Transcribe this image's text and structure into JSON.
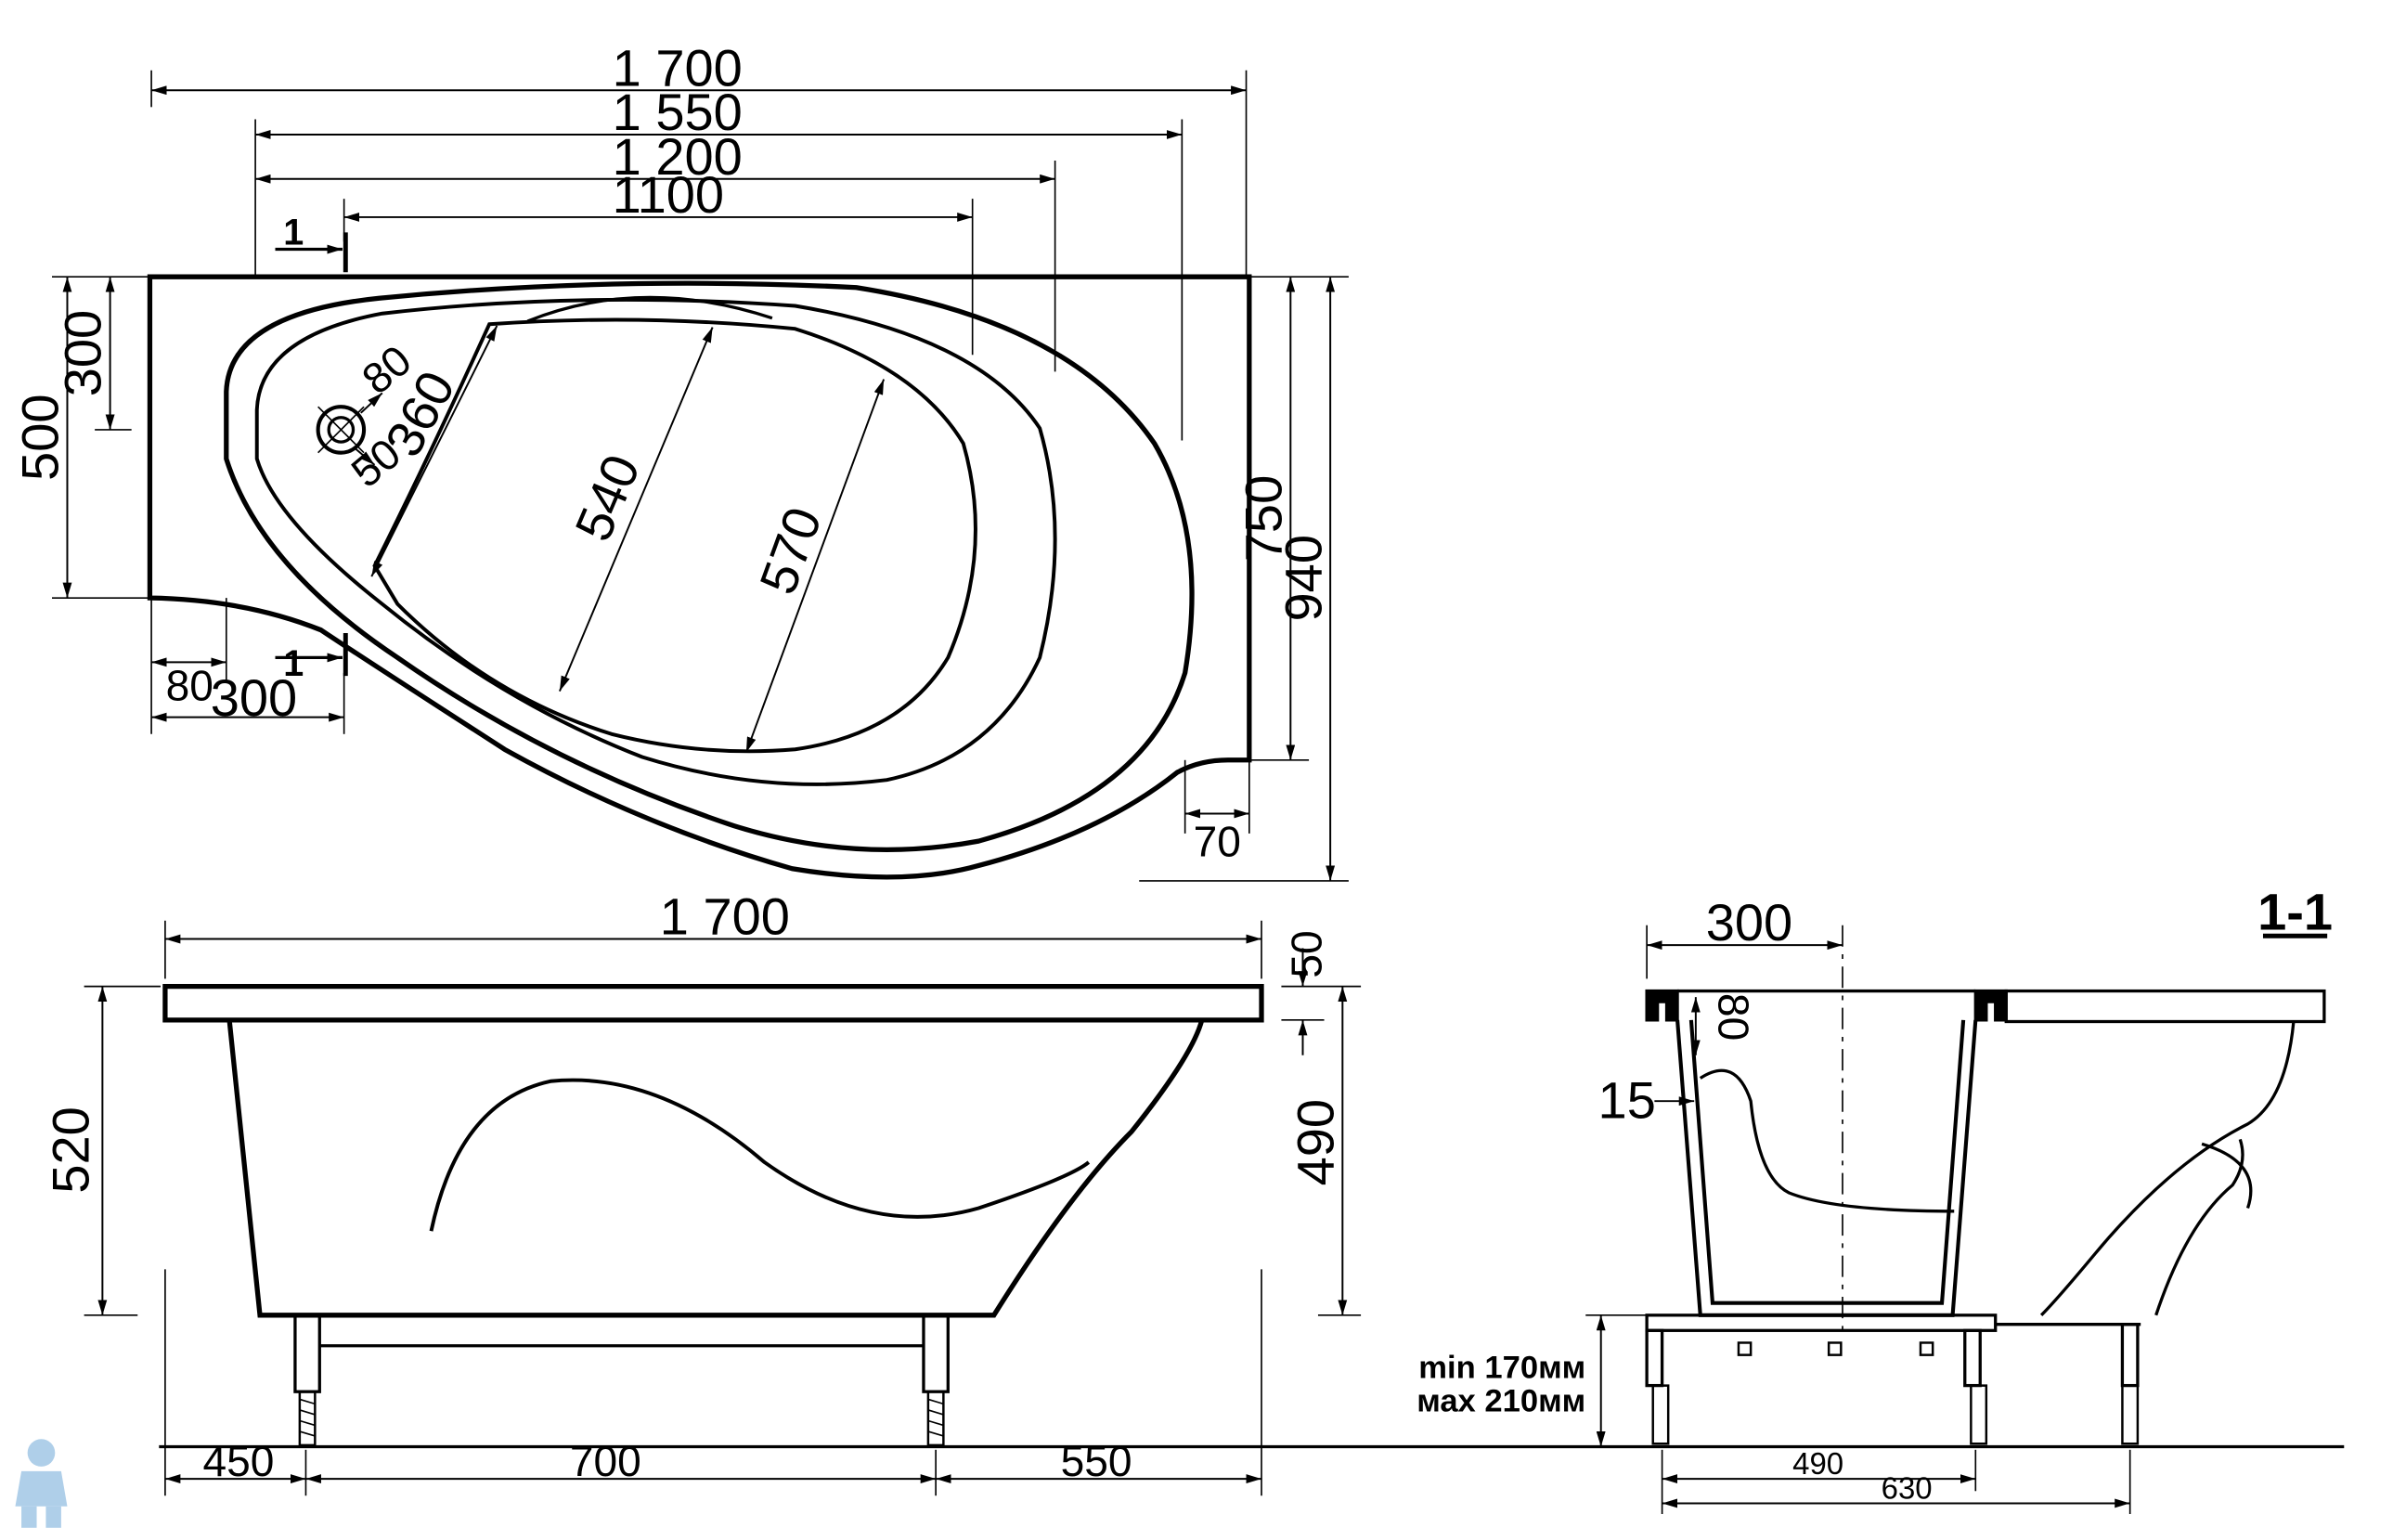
{
  "top_view": {
    "dims": {
      "w1700": "1 700",
      "w1550": "1 550",
      "w1200": "1 200",
      "w1100": "1100",
      "h300": "300",
      "h500": "500",
      "h750": "750",
      "h940": "940",
      "d80": "80",
      "d360": "360",
      "d50": "50",
      "d540": "540",
      "d570": "570",
      "b80": "80",
      "b300": "300",
      "b70": "70"
    },
    "section_marker": "1"
  },
  "front_view": {
    "dims": {
      "w1700": "1 700",
      "h50": "50",
      "h520": "520",
      "h490": "490",
      "leg450": "450",
      "leg700": "700",
      "leg550": "550"
    }
  },
  "section_view": {
    "label": "1-1",
    "dims": {
      "w300": "300",
      "d80": "80",
      "d15": "15",
      "b490": "490",
      "b630": "630"
    },
    "leg_height_min": "min 170мм",
    "leg_height_max": "мах 210мм"
  },
  "colors": {
    "line": "#000000",
    "background": "#ffffff",
    "watermark": "#6fa8d8"
  },
  "icons": {
    "watermark": "plumber-logo-icon"
  }
}
